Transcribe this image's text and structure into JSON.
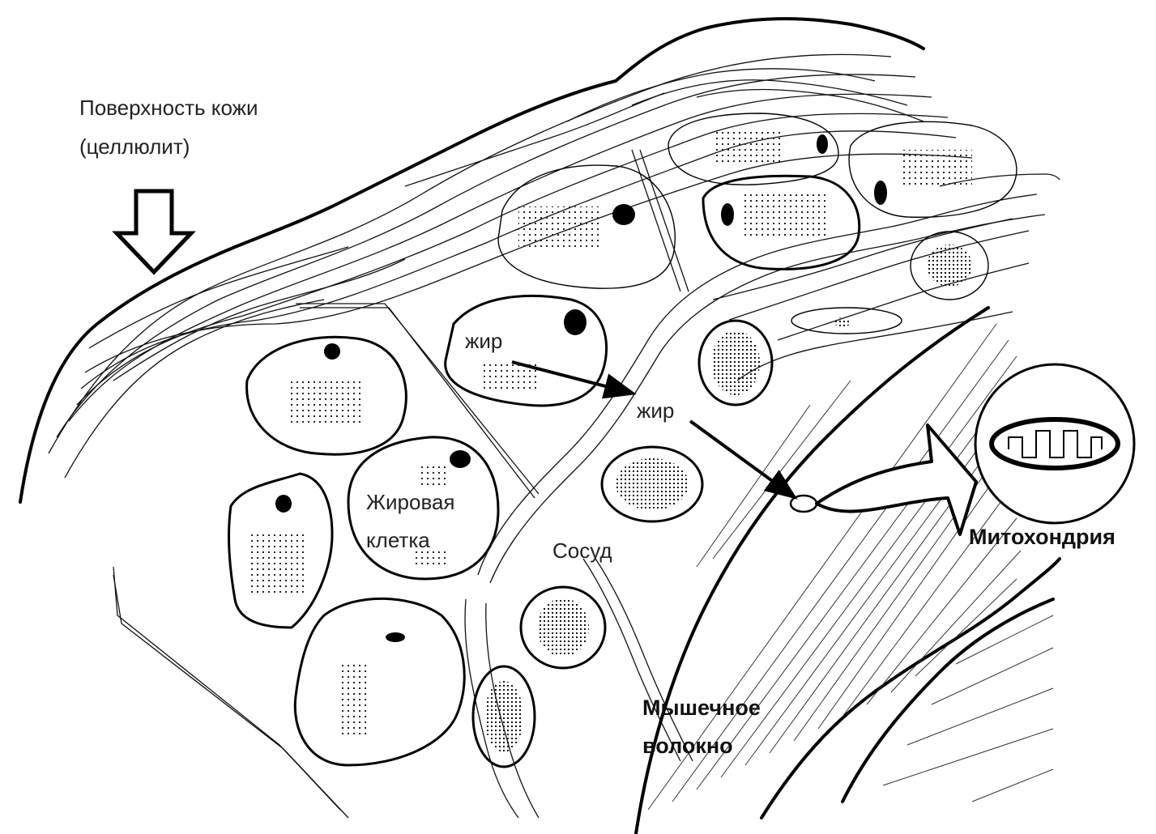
{
  "labels": {
    "skin_surface_line1": "Поверхность кожи",
    "skin_surface_line2": "(целлюлит)",
    "fat_1": "жир",
    "fat_2": "жир",
    "fat_cell_line1": "Жировая",
    "fat_cell_line2": "клетка",
    "vessel": "Сосуд",
    "mitochondrion": "Митохондрия",
    "muscle_fiber_line1": "Мышечное",
    "muscle_fiber_line2": "волокно"
  },
  "colors": {
    "background": "#ffffff",
    "ink": "#000000",
    "label_text": "#222222"
  }
}
